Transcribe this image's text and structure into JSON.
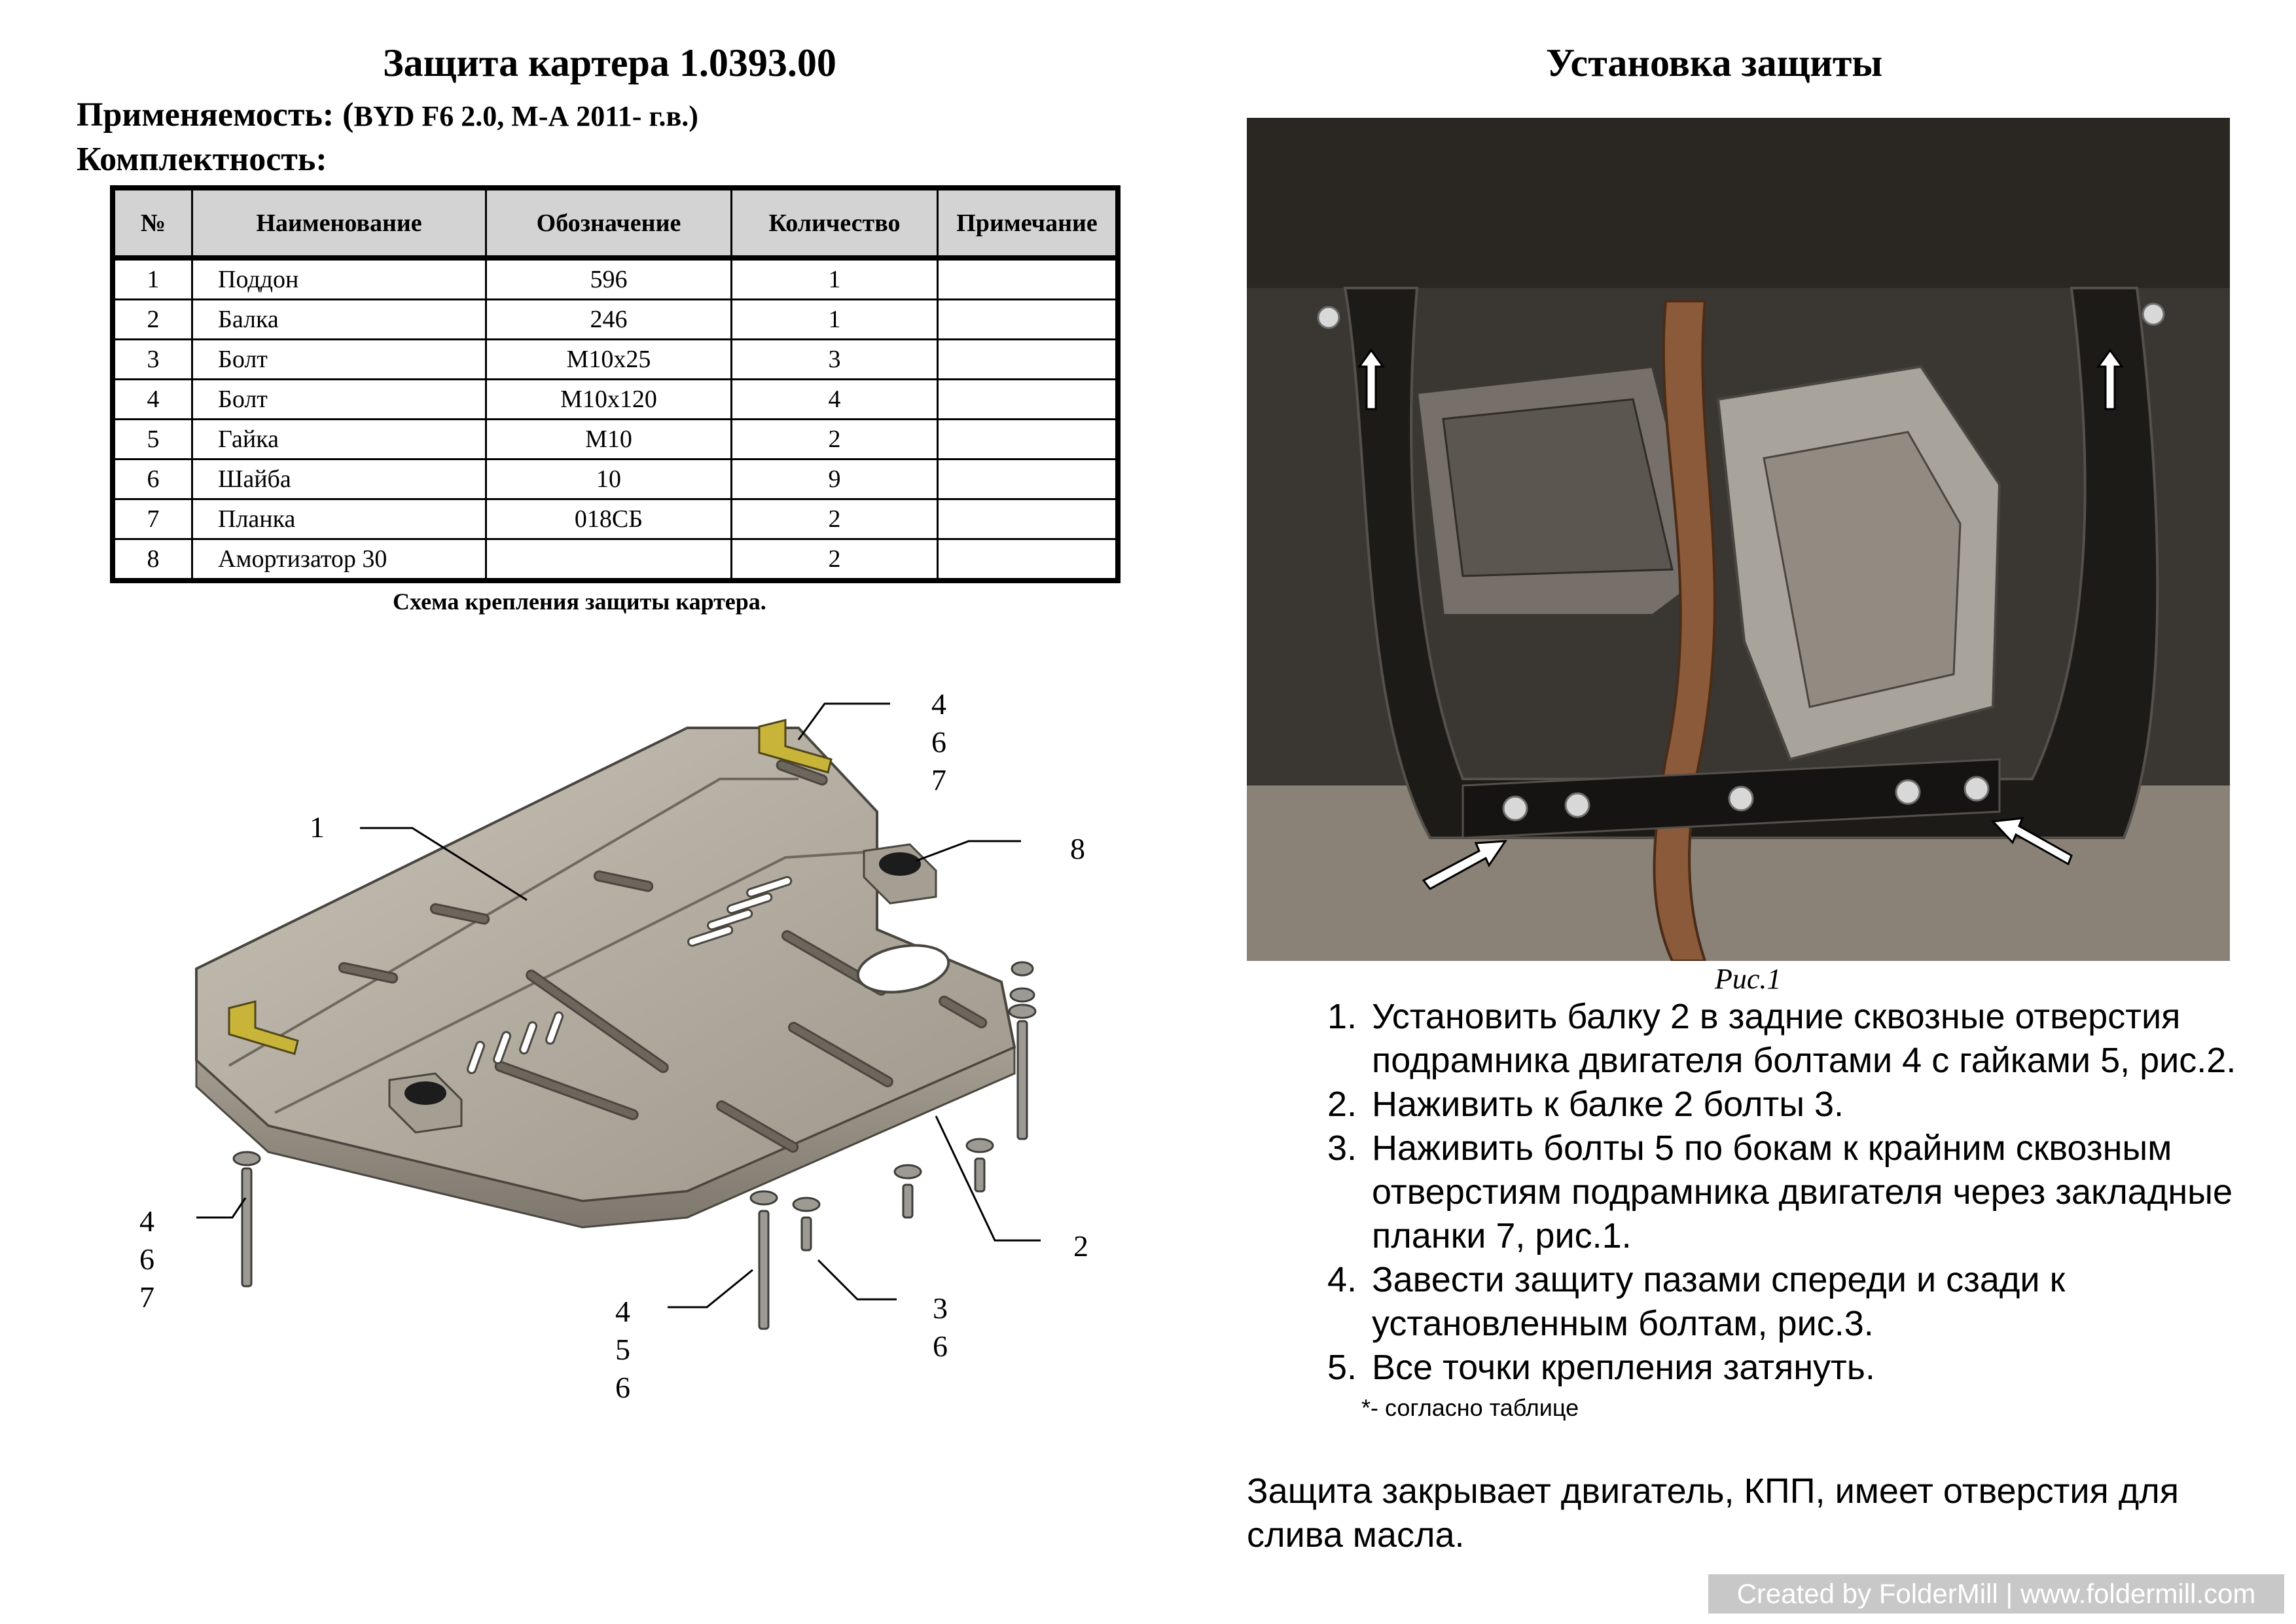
{
  "left": {
    "title": "Защита картера 1.0393.00",
    "applicability_label": "Применяемость: (",
    "applicability_value": "BYD F6  2.0, М-А  2011- г.в.)",
    "kit_label": "Комплектность:",
    "table": {
      "headers": [
        "№",
        "Наименование",
        "Обозначение",
        "Количество",
        "Примечание"
      ],
      "rows": [
        [
          "1",
          "Поддон",
          "596",
          "1",
          ""
        ],
        [
          "2",
          "Балка",
          "246",
          "1",
          ""
        ],
        [
          "3",
          "Болт",
          "M10x25",
          "3",
          ""
        ],
        [
          "4",
          "Болт",
          "M10x120",
          "4",
          ""
        ],
        [
          "5",
          "Гайка",
          "M10",
          "2",
          ""
        ],
        [
          "6",
          "Шайба",
          "10",
          "9",
          ""
        ],
        [
          "7",
          "Планка",
          "018СБ",
          "2",
          ""
        ],
        [
          "8",
          "Амортизатор 30",
          "",
          "2",
          ""
        ]
      ]
    },
    "scheme_caption": "Схема крепления защиты  картера.",
    "callouts": {
      "c1": "1",
      "c2": "2",
      "c8": "8",
      "c467_top": [
        "4",
        "6",
        "7"
      ],
      "c467_left": [
        "4",
        "6",
        "7"
      ],
      "c456": [
        "4",
        "5",
        "6"
      ],
      "c36": [
        "3",
        "6"
      ]
    }
  },
  "right": {
    "title": "Установка защиты",
    "photo_caption": "Рис.1",
    "steps": [
      "Установить балку 2 в задние сквозные отверстия подрамника двигателя болтами 4 с гайками 5, рис.2.",
      "Наживить к балке 2 болты 3.",
      "Наживить болты 5 по бокам к крайним сквозным отверстиям подрамника двигателя через закладные планки 7, рис.1.",
      "Завести защиту пазами спереди и сзади к установленным болтам, рис.3.",
      "Все точки крепления затянуть."
    ],
    "note": "*- согласно таблице",
    "description": "Защита закрывает двигатель, КПП, имеет отверстия для слива масла."
  },
  "watermark": "Created by FolderMill | www.foldermill.com"
}
